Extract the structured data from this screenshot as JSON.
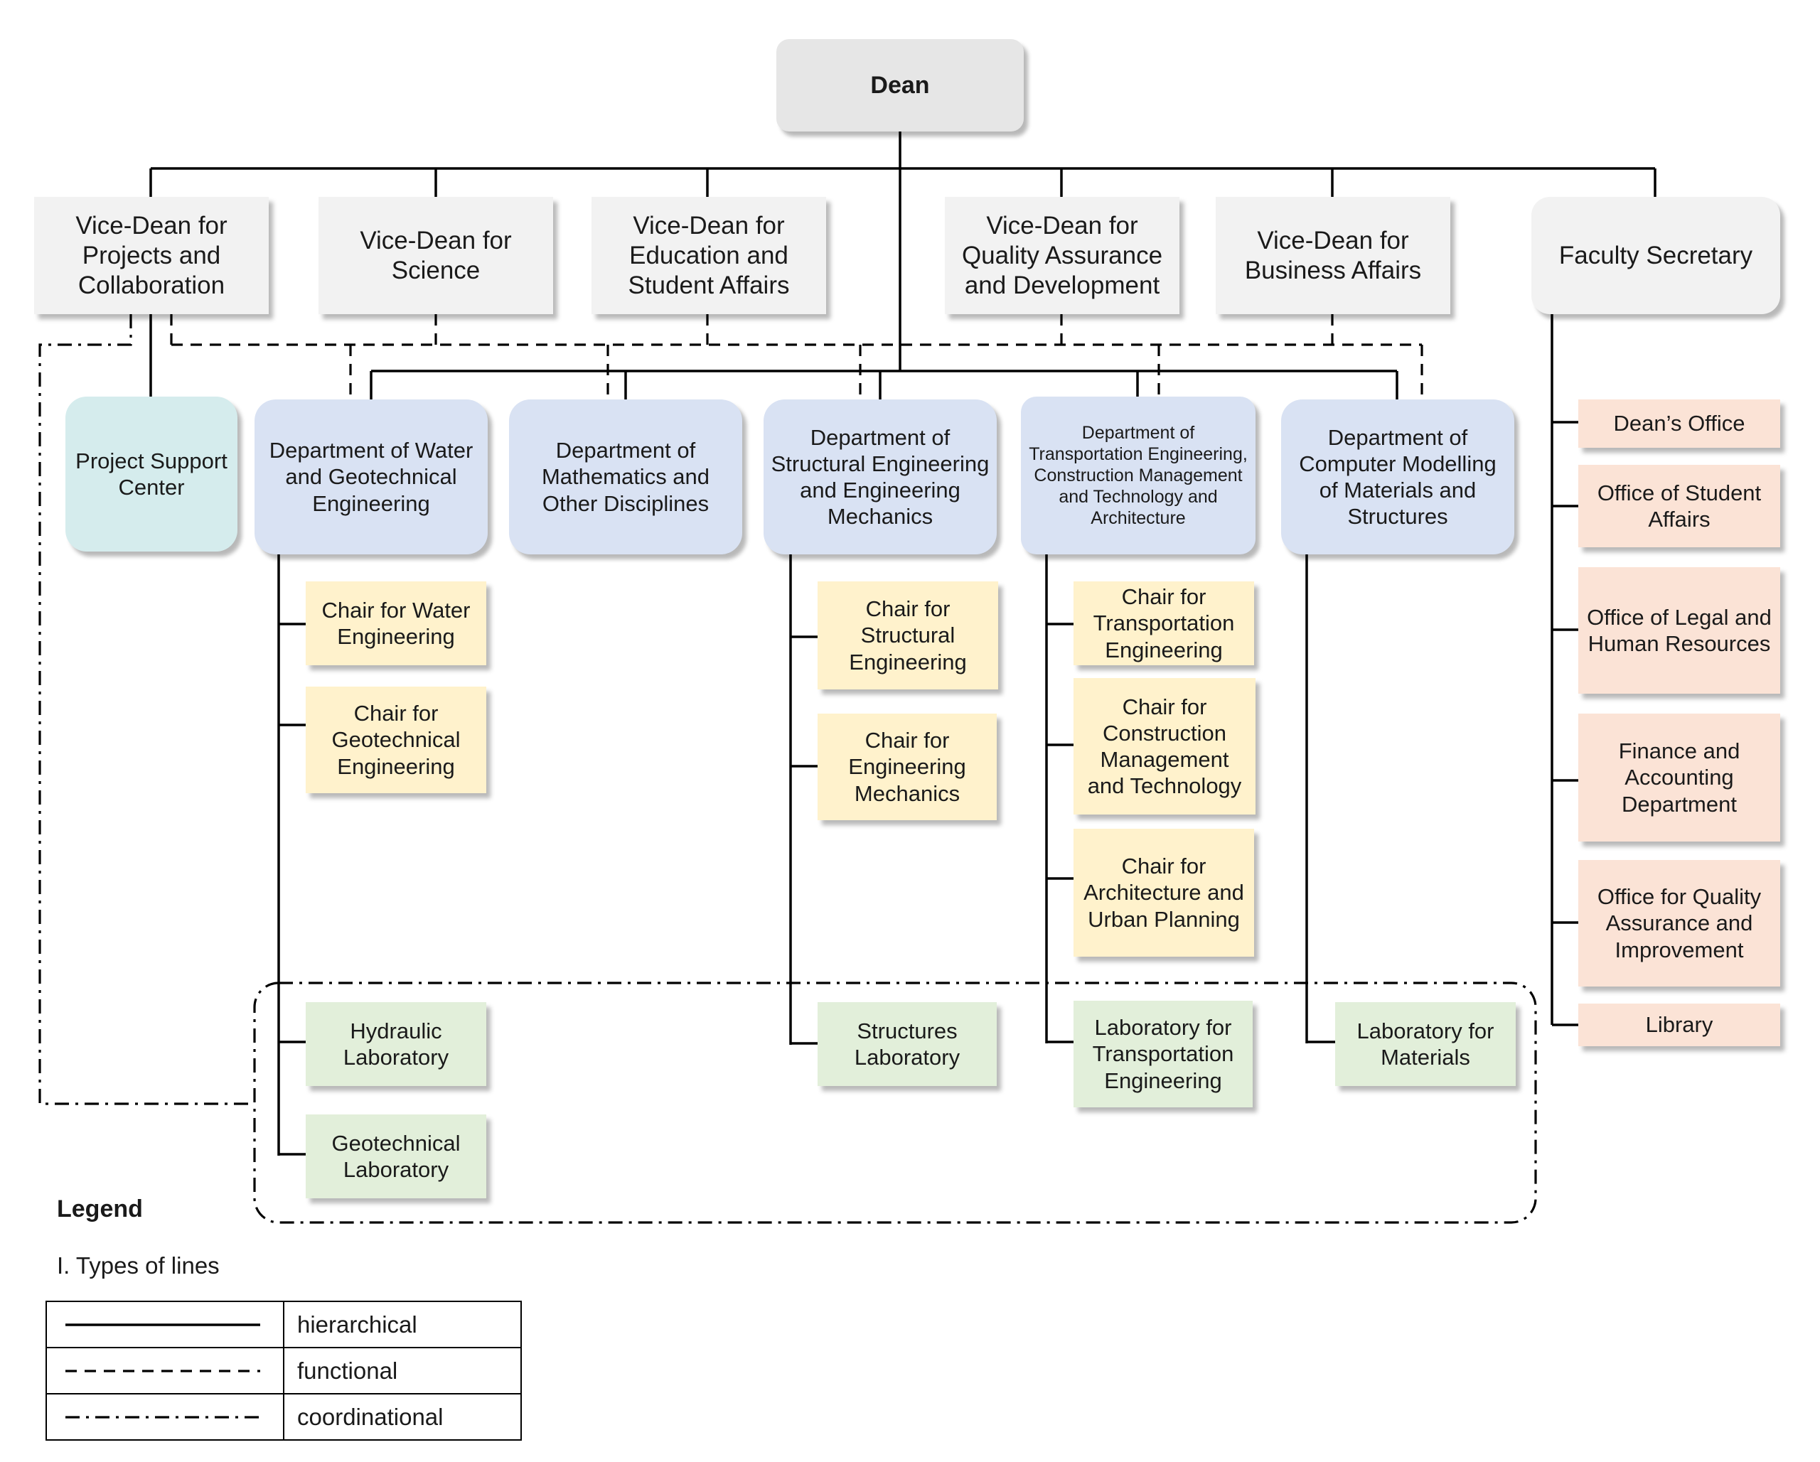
{
  "dean": "Dean",
  "vice_deans": {
    "projects": "Vice-Dean for Projects and Collaboration",
    "science": "Vice-Dean for Science",
    "education": "Vice-Dean for Education and Student Affairs",
    "quality": "Vice-Dean for Quality Assurance and Development",
    "business": "Vice-Dean for Business Affairs",
    "secretary": "Faculty Secretary"
  },
  "units": {
    "project_support": "Project Support Center",
    "water_dept": "Department of Water and Geotechnical Engineering",
    "math_dept": "Department of Mathematics and Other Disciplines",
    "structural_dept": "Department of Structural Engineering and Engineering Mechanics",
    "transport_dept": "Department of Transportation Engineering, Construction Management and Technology and Architecture",
    "computer_dept": "Department of Computer Modelling of Materials and Structures"
  },
  "chairs": {
    "water": "Chair for Water Engineering",
    "geotech": "Chair for Geotechnical Engineering",
    "structural": "Chair for Structural Engineering",
    "mechanics": "Chair for Engineering Mechanics",
    "transport": "Chair for Transportation Engineering",
    "construction": "Chair for Construction Management and Technology",
    "architecture": "Chair for Architecture and Urban Planning"
  },
  "labs": {
    "hydraulic": "Hydraulic Laboratory",
    "geotech": "Geotechnical Laboratory",
    "structures": "Structures Laboratory",
    "transport": "Laboratory for Transportation Engineering",
    "materials": "Laboratory for Materials"
  },
  "offices": {
    "deans_office": "Dean’s Office",
    "student_affairs": "Office of Student Affairs",
    "legal_hr": "Office of Legal and Human Resources",
    "finance": "Finance and Accounting Department",
    "quality": "Office for Quality Assurance and Improvement",
    "library": "Library"
  },
  "legend": {
    "title": "Legend",
    "subtitle": "I. Types of lines",
    "rows": [
      "hierarchical",
      "functional",
      "coordinational"
    ]
  },
  "colors": {
    "dean": "#e6e6e6",
    "vice_dean": "#f2f2f2",
    "support_center": "#d5eced",
    "department": "#d9e2f3",
    "chair": "#fff2cc",
    "laboratory": "#e2efda",
    "office": "#fbe3d6"
  }
}
